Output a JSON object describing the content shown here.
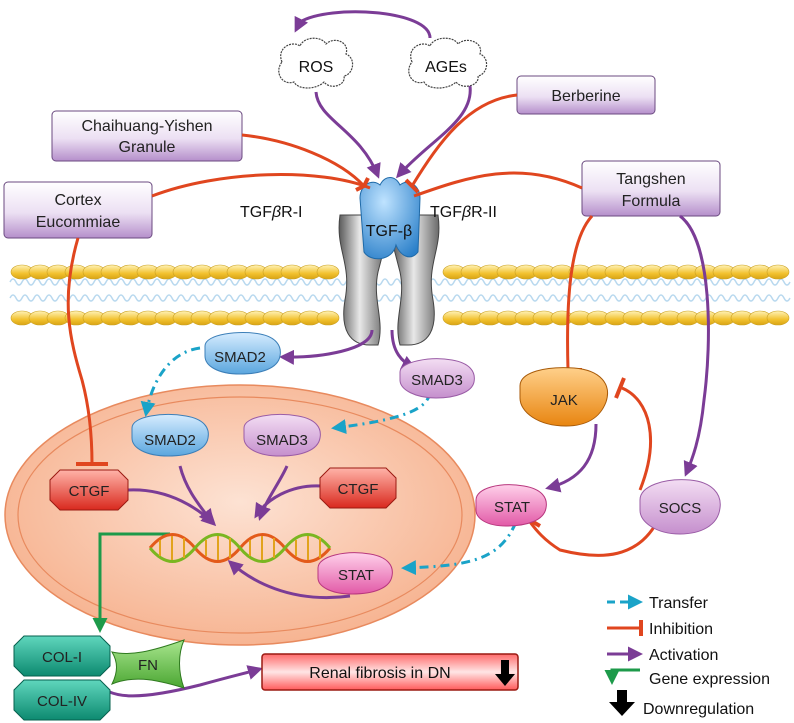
{
  "stimuli": {
    "ros": "ROS",
    "ages": "AGEs"
  },
  "drugs": {
    "berberine": "Berberine",
    "chaihuang_line1": "Chaihuang-Yishen",
    "chaihuang_line2": "Granule",
    "cortex_line1": "Cortex",
    "cortex_line2": "Eucommiae",
    "tangshen_line1": "Tangshen",
    "tangshen_line2": "Formula"
  },
  "receptor": {
    "ligand": "TGF-β",
    "r1_prefix": "TGF",
    "r1_beta": "β",
    "r1_suffix": "R-I",
    "r2_prefix": "TGF",
    "r2_beta": "β",
    "r2_suffix": "R-II"
  },
  "signaling": {
    "smad2_cyto": "SMAD2",
    "smad3_cyto": "SMAD3",
    "smad2_nuc": "SMAD2",
    "smad3_nuc": "SMAD3",
    "ctgf_left": "CTGF",
    "ctgf_right": "CTGF",
    "stat_nuc": "STAT",
    "jak": "JAK",
    "stat_cyto": "STAT",
    "socs": "SOCS"
  },
  "outputs": {
    "col1": "COL-I",
    "col4": "COL-IV",
    "fn": "FN",
    "renal": "Renal fibrosis in DN"
  },
  "legend": {
    "transfer": "Transfer",
    "inhibition": "Inhibition",
    "activation": "Activation",
    "gene_expression": "Gene expression",
    "downregulation": "Downregulation"
  },
  "colors": {
    "activation": "#7b3c96",
    "inhibition": "#e0461f",
    "transfer": "#1aa3c8",
    "gene_expression": "#1d9a4a",
    "drug_box": "#dcc2e8",
    "membrane": "#f2c230",
    "tgf_beta": "#3c9be0",
    "jak": "#f39a1e",
    "stat": "#e86ab0",
    "col": "#1aa085",
    "fn": "#6ac44a",
    "renal": "#e23a3a"
  }
}
